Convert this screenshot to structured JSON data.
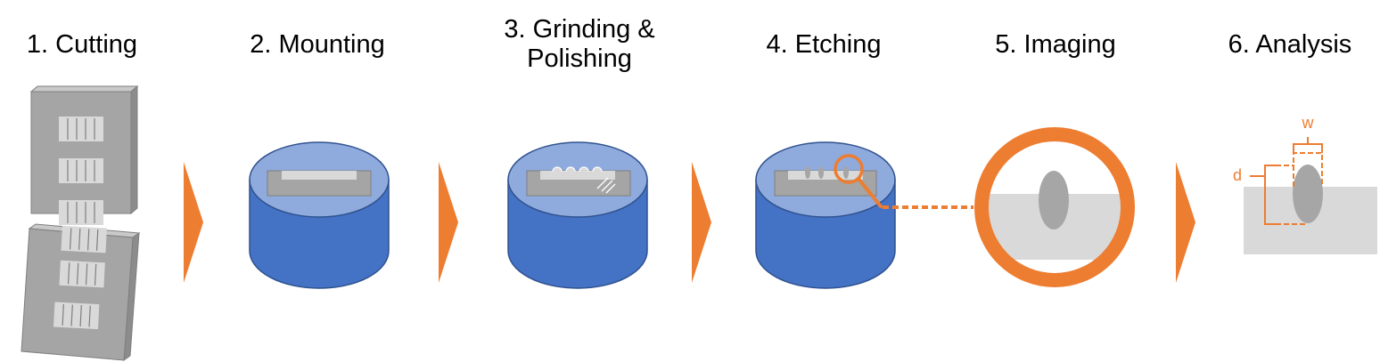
{
  "colors": {
    "accent": "#ED7D31",
    "cylinder_side": "#4472C4",
    "cylinder_top": "#8FAADC",
    "wafer_gray": "#A5A5A5",
    "light_gray": "#D9D9D9",
    "feature_gray": "#A6A6A6"
  },
  "steps": [
    {
      "label": "1. Cutting"
    },
    {
      "label": "2. Mounting"
    },
    {
      "label": "3. Grinding &\nPolishing"
    },
    {
      "label": "4. Etching"
    },
    {
      "label": "5. Imaging"
    },
    {
      "label": "6. Analysis"
    }
  ],
  "analysis": {
    "width_label": "w",
    "depth_label": "d"
  }
}
